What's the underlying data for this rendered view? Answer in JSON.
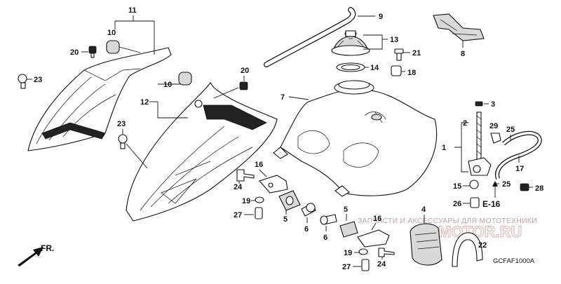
{
  "diagram": {
    "code": "GCFAF1000A",
    "front_label": "FR.",
    "ref_label": "E-16",
    "watermark_text": "ЗАПЧАСТИ И АКСЕССУАРЫ ДЛЯ МОТОТЕХНИКИ",
    "watermark_site": "MOTOR.RU"
  },
  "callouts": {
    "c1": "1",
    "c2": "2",
    "c3": "3",
    "c4": "4",
    "c5a": "5",
    "c5b": "5",
    "c6a": "6",
    "c6b": "6",
    "c7": "7",
    "c8": "8",
    "c9": "9",
    "c10a": "10",
    "c10b": "10",
    "c11": "11",
    "c12": "12",
    "c13": "13",
    "c14": "14",
    "c15": "15",
    "c16a": "16",
    "c16b": "16",
    "c17": "17",
    "c18": "18",
    "c19a": "19",
    "c19b": "19",
    "c20a": "20",
    "c20b": "20",
    "c21": "21",
    "c22": "22",
    "c23a": "23",
    "c23b": "23",
    "c24a": "24",
    "c24b": "24",
    "c25a": "25",
    "c25b": "25",
    "c26": "26",
    "c27a": "27",
    "c27b": "27",
    "c28": "28",
    "c29": "29"
  }
}
